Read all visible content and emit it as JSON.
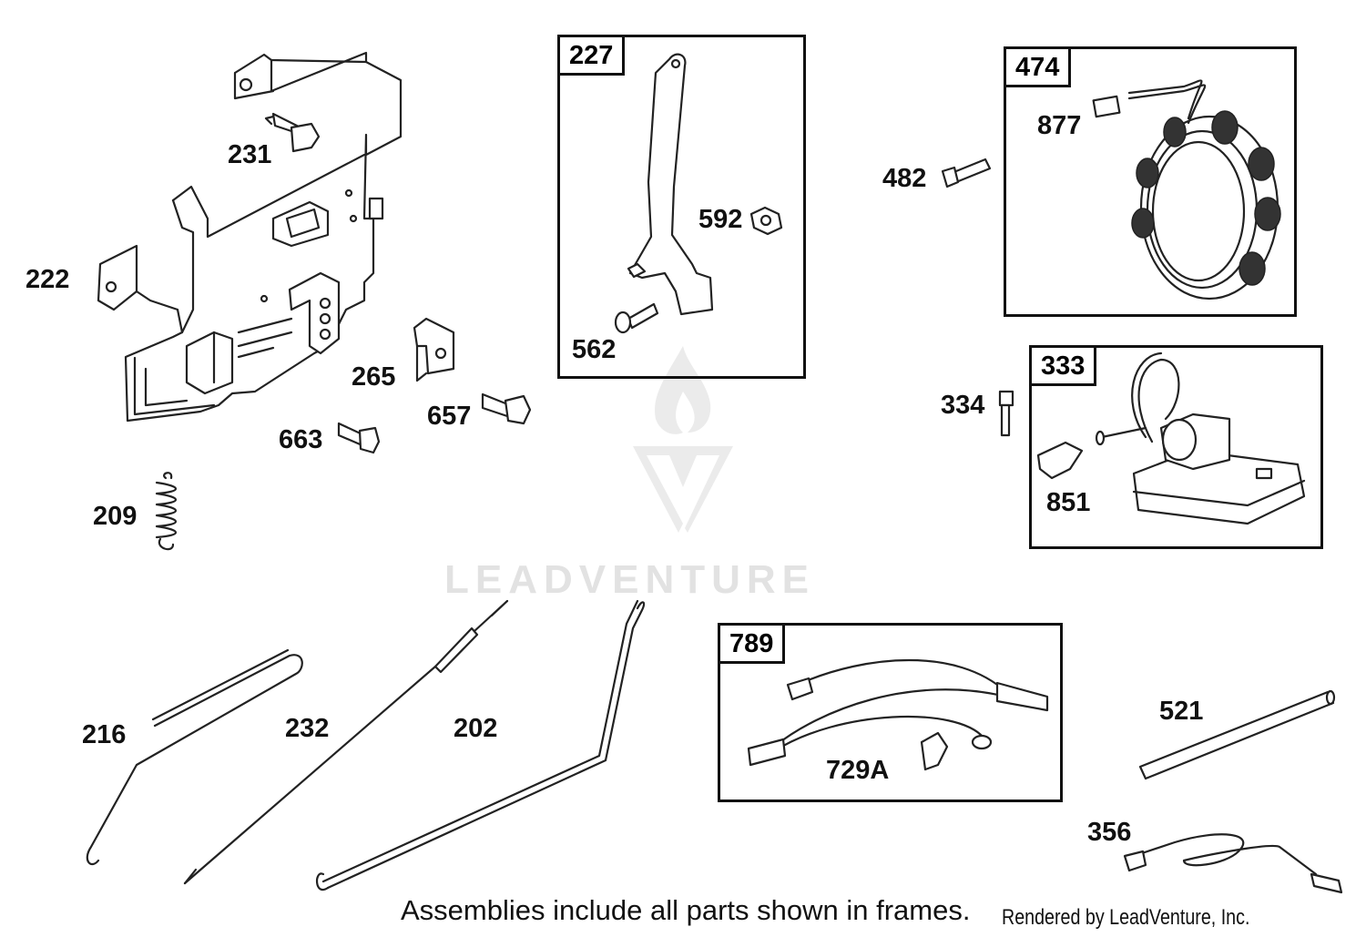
{
  "frames": {
    "f227": "227",
    "f474": "474",
    "f333": "333",
    "f789": "789"
  },
  "labels": {
    "p231": "231",
    "p222": "222",
    "p265": "265",
    "p657": "657",
    "p663": "663",
    "p209": "209",
    "p592": "592",
    "p562": "562",
    "p482": "482",
    "p877": "877",
    "p334": "334",
    "p851": "851",
    "p216": "216",
    "p232": "232",
    "p202": "202",
    "p729A": "729A",
    "p521": "521",
    "p356": "356"
  },
  "watermark": "LEADVENTURE",
  "footer": "Assemblies include all parts shown in frames.",
  "credit": "Rendered by LeadVenture, Inc."
}
